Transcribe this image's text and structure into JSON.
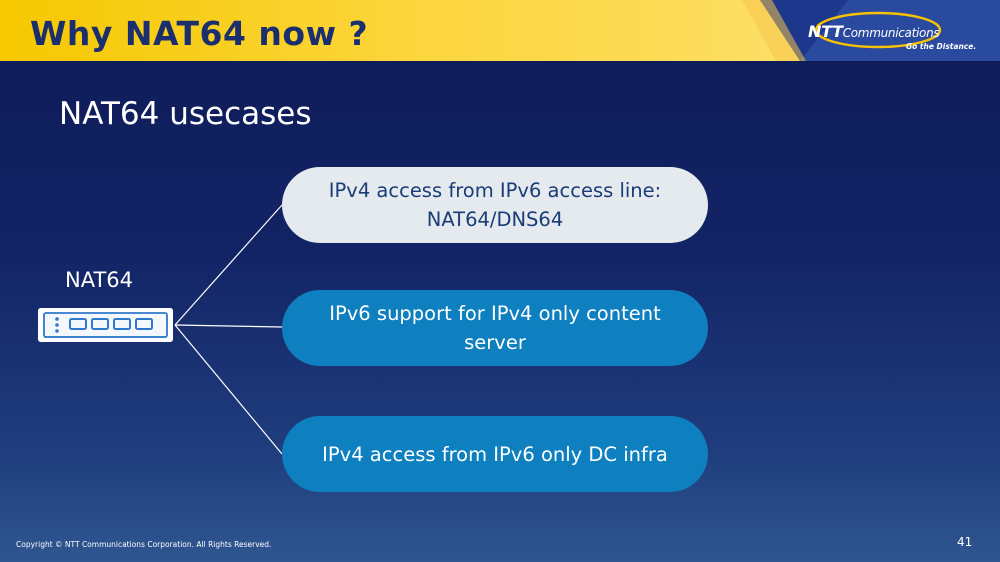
{
  "header": {
    "title": "Why NAT64 now ?"
  },
  "logo": {
    "brand_ntt": "NTT",
    "brand_rest": "Communications",
    "tagline": "Go the Distance."
  },
  "subtitle": "NAT64 usecases",
  "device": {
    "label": "NAT64",
    "icon": "network-appliance-icon"
  },
  "usecases": [
    {
      "line1": "IPv4 access from IPv6 access line:",
      "line2": "NAT64/DNS64"
    },
    {
      "line1": "IPv6 support for IPv4 only content",
      "line2": "server"
    },
    {
      "line1": "IPv4 access from IPv6 only DC infra",
      "line2": ""
    }
  ],
  "footer": {
    "copyright": "Copyright © NTT Communications Corporation. All Rights Reserved.",
    "page_number": "41"
  },
  "colors": {
    "background_top": "#0d1a55",
    "background_bottom": "#2f5690",
    "header_yellow": "#f5c800",
    "title_navy": "#1b2f6e",
    "pill_light": "#e4eaee",
    "pill_blue": "#0e7fbf"
  }
}
